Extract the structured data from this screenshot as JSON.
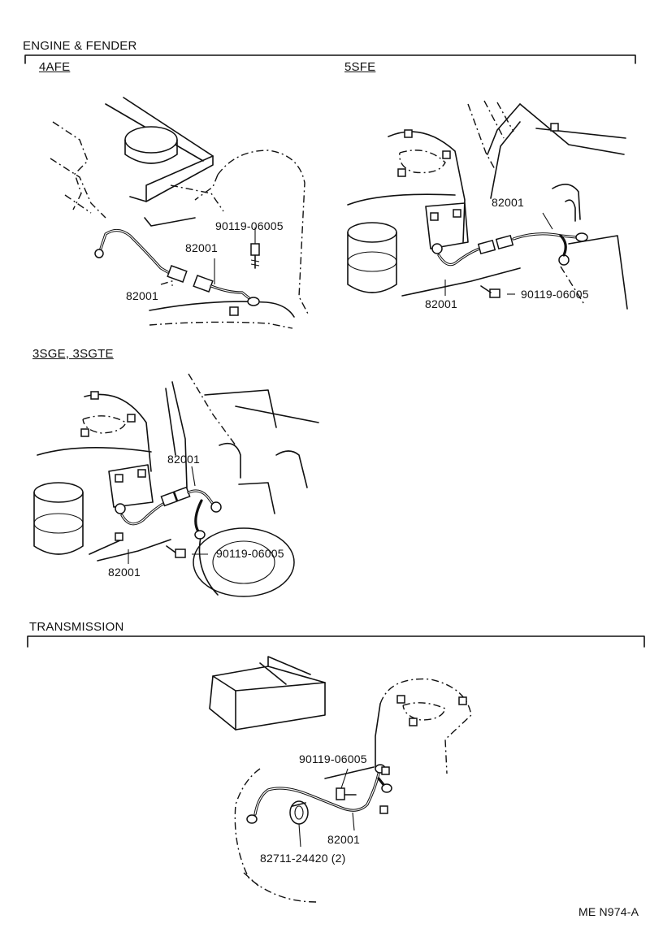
{
  "sections": {
    "engine_fender": "ENGINE & FENDER",
    "transmission": "TRANSMISSION"
  },
  "variants": {
    "v4afe": "4AFE",
    "v5sfe": "5SFE",
    "v3sge": "3SGE, 3SGTE"
  },
  "callouts": {
    "a_bolt": "90119-06005",
    "a_strap_upper": "82001",
    "a_strap_lower": "82001",
    "b_strap_upper": "82001",
    "b_strap_lower": "82001",
    "b_bolt": "90119-06005",
    "c_strap_upper": "82001",
    "c_strap_lower": "82001",
    "c_bolt": "90119-06005",
    "t_bolt": "90119-06005",
    "t_strap": "82001",
    "t_clamp": "82711-24420 (2)"
  },
  "figure_code": "ME N974-A"
}
